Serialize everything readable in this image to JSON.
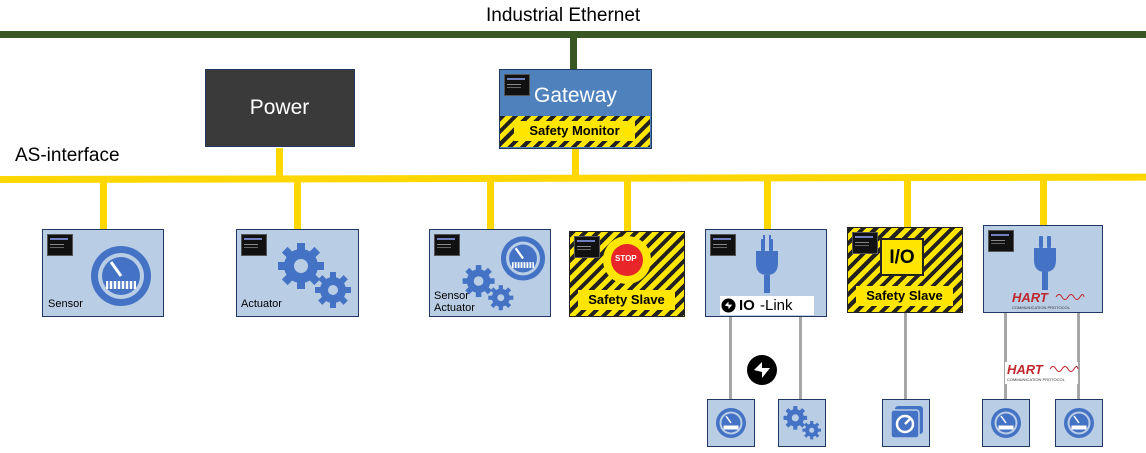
{
  "networks": {
    "ethernet_label": "Industrial Ethernet",
    "asi_label": "AS-interface"
  },
  "power": {
    "label": "Power"
  },
  "gateway": {
    "label": "Gateway",
    "safety_label": "Safety Monitor"
  },
  "devices": {
    "sensor": "Sensor",
    "actuator": "Actuator",
    "sensor_actuator_line1": "Sensor",
    "sensor_actuator_line2": "Actuator",
    "stop_label": "STOP",
    "safety_slave_1": "Safety Slave",
    "iolink_label_io": "IO",
    "iolink_label_link": "-Link",
    "io_label": "I/O",
    "safety_slave_2": "Safety Slave",
    "hart_label": "HART",
    "hart_sub": "COMMUNICATION PROTOCOL",
    "hart_label_2": "HART",
    "hart_sub_2": "COMMUNICATION PROTOCOL"
  },
  "colors": {
    "ethernet_line": "#385723",
    "asi_line": "#ffd700",
    "module_fill": "#b9cde5",
    "module_border": "#1f3864",
    "gateway_fill": "#4f81bd",
    "power_fill": "#3a3a3a",
    "safety_yellow": "#ffe600",
    "icon_blue": "#4472c4",
    "stop_red": "#e8262a",
    "hart_red": "#c0272d"
  },
  "icons": [
    "gauge-icon",
    "gears-icon",
    "plug-icon",
    "stop-button-icon",
    "iolink-logo-icon",
    "hart-logo-icon",
    "rotary-knob-icon"
  ]
}
